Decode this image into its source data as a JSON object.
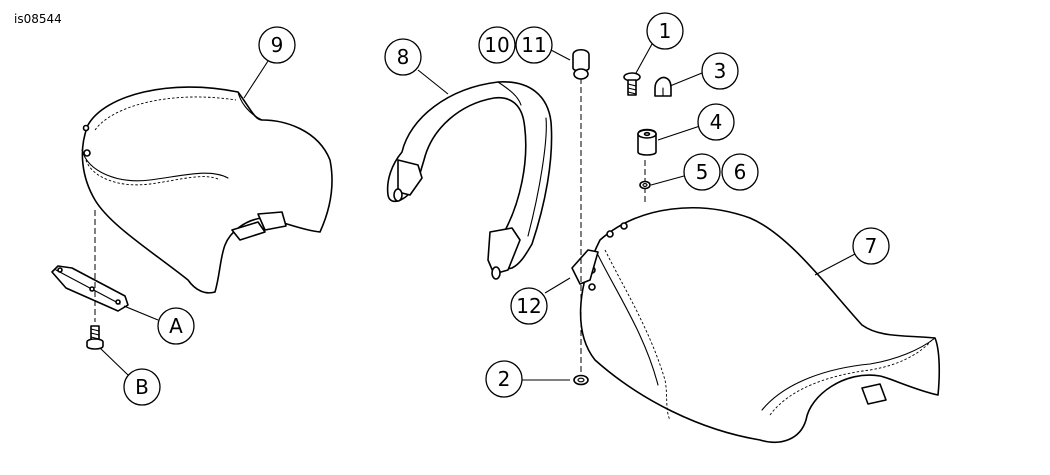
{
  "figure_id": "is08544",
  "callouts": [
    "1",
    "2",
    "3",
    "4",
    "5",
    "6",
    "7",
    "8",
    "9",
    "10",
    "11",
    "12",
    "A",
    "B"
  ]
}
